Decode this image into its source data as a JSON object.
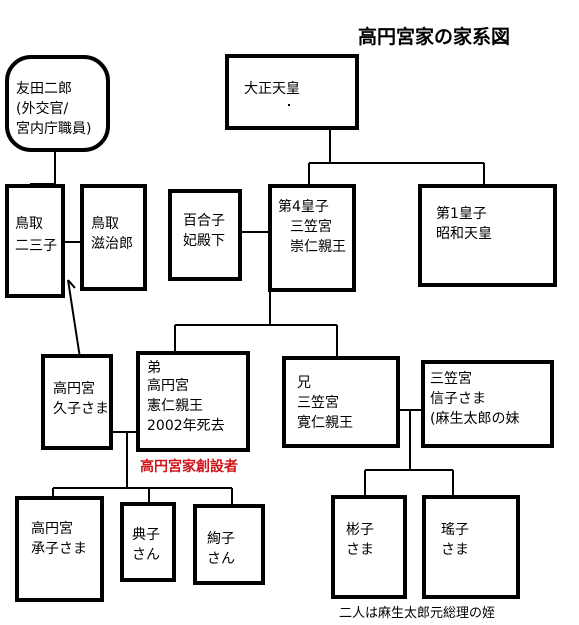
{
  "title": "高円宮家の家系図",
  "persons": {
    "tomoda": [
      "友田二郎",
      "(外交官/",
      "宮内庁職員)"
    ],
    "taisho": [
      "大正天皇"
    ],
    "tottori_futako": [
      "鳥取",
      "二三子"
    ],
    "tottori_shigejiro": [
      "鳥取",
      "滋治郎"
    ],
    "yuriko": [
      "百合子",
      "妃殿下"
    ],
    "mikasa_takahito": [
      "第4皇子",
      "三笠宮",
      "崇仁親王"
    ],
    "showa": [
      "第1皇子",
      "昭和天皇"
    ],
    "hisako": [
      "高円宮",
      "久子さま"
    ],
    "norihito": [
      "弟",
      "高円宮",
      "憲仁親王",
      "2002年死去"
    ],
    "tomohito": [
      "兄",
      "三笠宮",
      "寛仁親王"
    ],
    "nobuko": [
      "三笠宮",
      "信子さま",
      "(麻生太郎の妹"
    ],
    "tsuguko": [
      "高円宮",
      "承子さま"
    ],
    "noriko": [
      "典子",
      "さん"
    ],
    "ayako": [
      "絢子",
      "さん"
    ],
    "akiko": [
      "彬子",
      "さま"
    ],
    "yoko": [
      "瑤子",
      "さま"
    ]
  },
  "founder_label": "高円宮家創設者",
  "footer_note": "二人は麻生太郎元総理の姪",
  "colors": {
    "founder_label": "#d0141a",
    "line": "#000000"
  }
}
